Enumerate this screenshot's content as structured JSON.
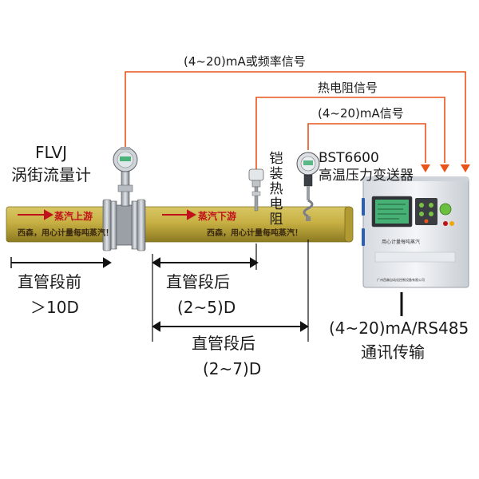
{
  "signals": {
    "top": "(4~20)mA或频率信号",
    "middle": "热电阻信号",
    "lower": "(4~20)mA信号"
  },
  "flowmeter": {
    "model": "FLVJ",
    "name": "涡街流量计"
  },
  "rtd": {
    "label": "铠装热电阻"
  },
  "transmitter": {
    "model": "BST6600",
    "name": "高温压力变送器"
  },
  "pipe": {
    "upstream_label": "蒸汽上游",
    "downstream_label": "蒸汽下游",
    "slogan_left": "西森，用心计量每吨蒸汽！",
    "slogan_right": "西森，用心计量每吨蒸汽！"
  },
  "dimensions": {
    "straight_before": "直管段前",
    "straight_before_value": "＞10D",
    "straight_after_1": "直管段后",
    "straight_after_1_value": "(2~5)D",
    "straight_after_2": "直管段后",
    "straight_after_2_value": "(2~7)D"
  },
  "comm": {
    "line1": "(4~20)mA/RS485",
    "line2": "通讯传输"
  },
  "panel": {
    "brand_line": "用心计量每吨蒸汽",
    "footer": "广州西森自动化控制设备有限公司"
  },
  "colors": {
    "signal_line": "#e8541a",
    "pipe": "#c8b24a",
    "pipe_stripe": "#9a8a2a",
    "flow_arrow": "#c0121a",
    "cabinet": "#eceff3",
    "lcd": "#3fa86b"
  }
}
